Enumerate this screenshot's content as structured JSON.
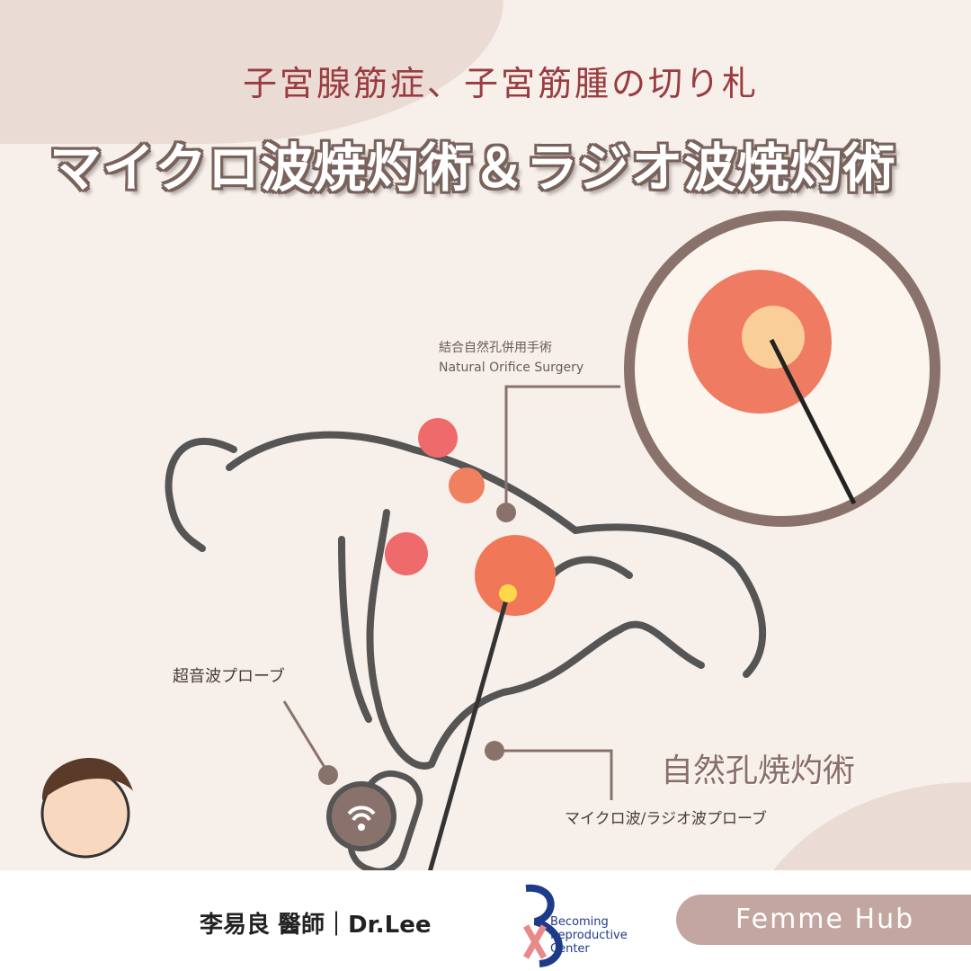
{
  "header": {
    "subtitle": "子宮腺筋症、子宮筋腫の切り札",
    "title": "マイクロ波焼灼術＆ラジオ波焼灼術"
  },
  "labels": {
    "natural_zh": "結合自然孔併用手術",
    "natural_en": "Natural Orifice Surgery",
    "ultrasound_probe": "超音波プローブ",
    "natural_ablation": "自然孔焼灼術",
    "mw_rf_probe": "マイクロ波/ラジオ波プローブ"
  },
  "footer": {
    "doctor": "李易良 醫師｜Dr.Lee",
    "brand_lines": [
      "Becoming",
      "Reproductive",
      "Center"
    ],
    "femme_hub": "Femme Hub"
  },
  "colors": {
    "bg": "#f7efea",
    "accent": "#9a3c3f",
    "outline": "#7a625c",
    "pill": "#c4a6a0"
  }
}
